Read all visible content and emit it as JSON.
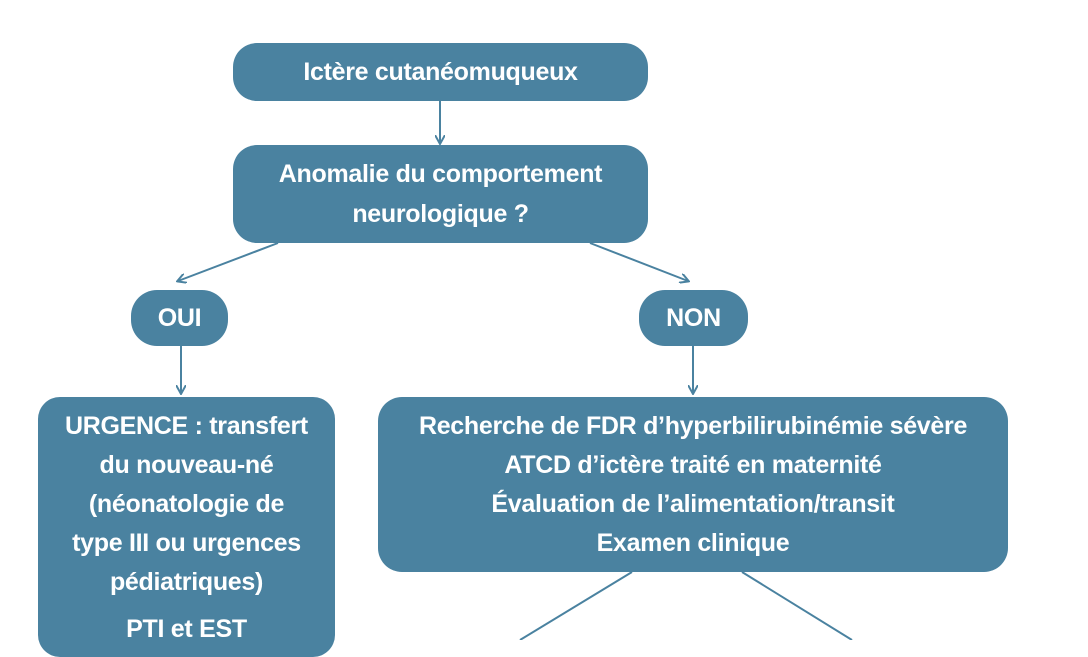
{
  "colors": {
    "node_fill": "#4a82a0",
    "node_text": "#ffffff",
    "connector": "#4a82a0"
  },
  "nodes": {
    "ictere": {
      "text": "Ictère cutanéomuqueux"
    },
    "anomalie": {
      "lines": [
        "Anomalie du comportement",
        "neurologique ?"
      ]
    },
    "oui": {
      "text": "OUI"
    },
    "non": {
      "text": "NON"
    },
    "urgence": {
      "lines": [
        "URGENCE : transfert",
        "du nouveau-né",
        "(néonatologie de",
        "type III ou urgences",
        "pédiatriques)"
      ],
      "extra": "PTI et EST"
    },
    "recherche": {
      "lines": [
        "Recherche de FDR d’hyperbilirubinémie sévère",
        "ATCD d’ictère traité en maternité",
        "Évaluation de l’alimentation/transit",
        "Examen clinique"
      ]
    }
  }
}
